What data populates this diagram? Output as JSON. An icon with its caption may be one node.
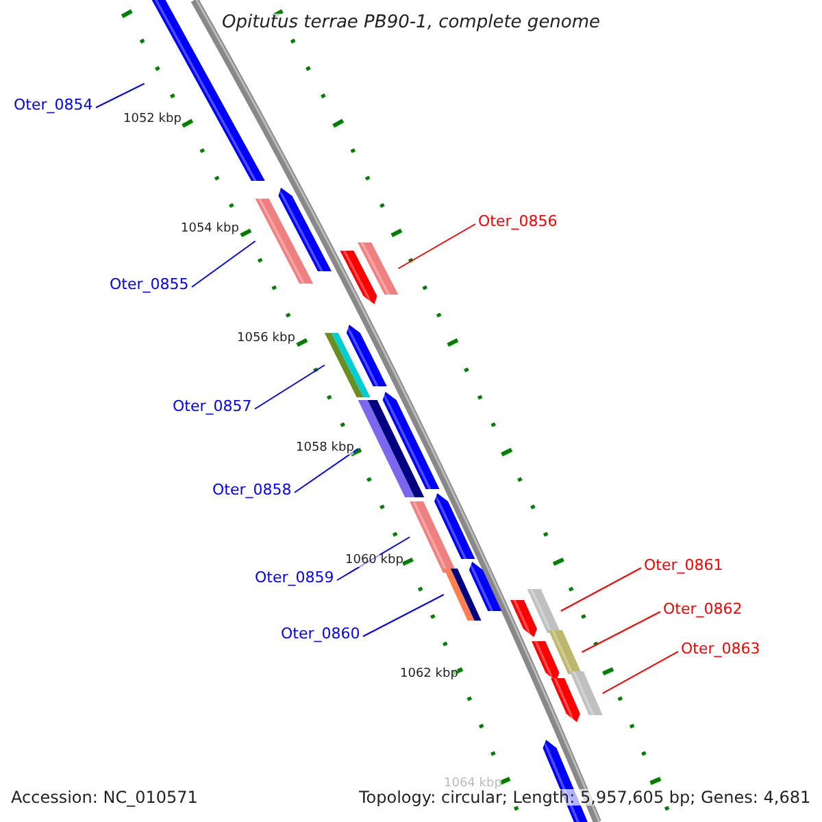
{
  "diagram": {
    "title": "Opitutus terrae PB90-1, complete genome",
    "nodes": [
      {
        "text": [
          "Oter_0854"
        ]
      },
      {
        "text": [
          "Oter_0855"
        ]
      },
      {
        "text": [
          "Oter_0856"
        ]
      },
      {
        "text": [
          "Oter_0857"
        ]
      },
      {
        "text": [
          "Oter_0858"
        ]
      },
      {
        "text": [
          "Oter_0859"
        ]
      },
      {
        "text": [
          "Oter_0860"
        ]
      },
      {
        "text": [
          "Oter_0861"
        ]
      },
      {
        "text": [
          "Oter_0862"
        ]
      },
      {
        "text": [
          "Oter_0863"
        ]
      },
      {
        "text": [],
        "shape": "bar"
      },
      {
        "text": [],
        "shape": "bar"
      },
      {
        "text": [],
        "shape": "bar"
      },
      {
        "text": [],
        "shape": "bar"
      },
      {
        "text": [],
        "shape": "bar"
      },
      {
        "text": [],
        "shape": "bar"
      },
      {
        "text": [],
        "shape": "bar"
      },
      {
        "text": [],
        "shape": "bar"
      },
      {
        "text": [],
        "shape": "bar"
      },
      {
        "text": [],
        "shape": "bar"
      }
    ],
    "edges": [
      {
        "from": 0,
        "to": 10,
        "arrow": "none"
      },
      {
        "from": 1,
        "to": 11,
        "arrow": "none"
      },
      {
        "from": 2,
        "to": 12,
        "arrow": "none",
        "color": "#ff0000"
      },
      {
        "from": 3,
        "to": 13,
        "arrow": "none"
      },
      {
        "from": 4,
        "to": 14,
        "arrow": "none"
      },
      {
        "from": 5,
        "to": 15,
        "arrow": "none"
      },
      {
        "from": 6,
        "to": 16,
        "arrow": "none"
      },
      {
        "from": 7,
        "to": 17,
        "arrow": "none",
        "color": "#ff0000"
      },
      {
        "from": 8,
        "to": 18,
        "arrow": "none",
        "color": "#ff0000"
      },
      {
        "from": 9,
        "to": 19,
        "arrow": "none",
        "color": "#ff0000"
      }
    ],
    "labels": [
      "1052 kbp",
      "1054 kbp",
      "1056 kbp",
      "1058 kbp",
      "1060 kbp",
      "1062 kbp",
      "1064 kbp",
      "Accession: NC_010571",
      "Topology: circular; Length: 5,957,605 bp; Genes: 4,681"
    ]
  }
}
